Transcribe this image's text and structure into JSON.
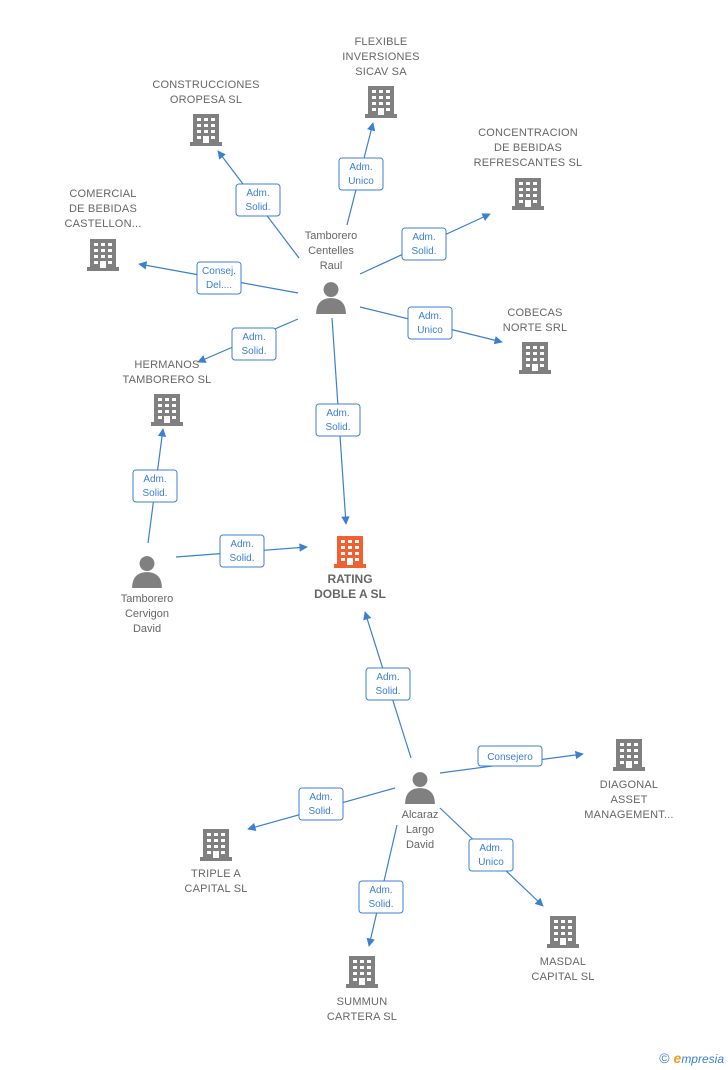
{
  "colors": {
    "edge": "#3b7fd4",
    "node": "#808080",
    "main_node": "#f06030"
  },
  "main_company": {
    "id": "rating",
    "label": [
      "RATING",
      "DOBLE A  SL"
    ],
    "icon": "building-icon"
  },
  "companies": [
    {
      "id": "flexible",
      "label": [
        "FLEXIBLE",
        "INVERSIONES",
        "SICAV SA"
      ]
    },
    {
      "id": "construcciones",
      "label": [
        "CONSTRUCCIONES",
        "OROPESA SL"
      ]
    },
    {
      "id": "concentracion",
      "label": [
        "CONCENTRACION",
        "DE BEBIDAS",
        "REFRESCANTES SL"
      ]
    },
    {
      "id": "comercial",
      "label": [
        "COMERCIAL",
        "DE BEBIDAS",
        "CASTELLON..."
      ]
    },
    {
      "id": "cobecas",
      "label": [
        "COBECAS",
        "NORTE SRL"
      ]
    },
    {
      "id": "hermanos",
      "label": [
        "HERMANOS",
        "TAMBORERO SL"
      ]
    },
    {
      "id": "diagonal",
      "label": [
        "DIAGONAL",
        "ASSET",
        "MANAGEMENT..."
      ]
    },
    {
      "id": "triple",
      "label": [
        "TRIPLE A",
        "CAPITAL SL"
      ]
    },
    {
      "id": "masdal",
      "label": [
        "MASDAL",
        "CAPITAL  SL"
      ]
    },
    {
      "id": "summun",
      "label": [
        "SUMMUN",
        "CARTERA  SL"
      ]
    }
  ],
  "persons": [
    {
      "id": "raul",
      "label": [
        "Tamborero",
        "Centelles",
        "Raul"
      ],
      "icon": "person-icon"
    },
    {
      "id": "david_c",
      "label": [
        "Tamborero",
        "Cervigon",
        "David"
      ],
      "icon": "person-icon"
    },
    {
      "id": "david_a",
      "label": [
        "Alcaraz",
        "Largo",
        "David"
      ],
      "icon": "person-icon"
    }
  ],
  "edges": [
    {
      "from": "raul",
      "to": "flexible",
      "label": [
        "Adm.",
        "Unico"
      ]
    },
    {
      "from": "raul",
      "to": "construcciones",
      "label": [
        "Adm.",
        "Solid."
      ]
    },
    {
      "from": "raul",
      "to": "concentracion",
      "label": [
        "Adm.",
        "Solid."
      ]
    },
    {
      "from": "raul",
      "to": "comercial",
      "label": [
        "Consej.",
        "Del...."
      ]
    },
    {
      "from": "raul",
      "to": "cobecas",
      "label": [
        "Adm.",
        "Unico"
      ]
    },
    {
      "from": "raul",
      "to": "hermanos",
      "label": [
        "Adm.",
        "Solid."
      ]
    },
    {
      "from": "raul",
      "to": "rating",
      "label": [
        "Adm.",
        "Solid."
      ]
    },
    {
      "from": "david_c",
      "to": "hermanos",
      "label": [
        "Adm.",
        "Solid."
      ]
    },
    {
      "from": "david_c",
      "to": "rating",
      "label": [
        "Adm.",
        "Solid."
      ]
    },
    {
      "from": "david_a",
      "to": "rating",
      "label": [
        "Adm.",
        "Solid."
      ]
    },
    {
      "from": "david_a",
      "to": "diagonal",
      "label": [
        "Consejero"
      ]
    },
    {
      "from": "david_a",
      "to": "triple",
      "label": [
        "Adm.",
        "Solid."
      ]
    },
    {
      "from": "david_a",
      "to": "masdal",
      "label": [
        "Adm.",
        "Unico"
      ]
    },
    {
      "from": "david_a",
      "to": "summun",
      "label": [
        "Adm.",
        "Solid."
      ]
    }
  ],
  "footer": {
    "copyright": "©",
    "brand_initial": "e",
    "brand_rest": "mpresia"
  }
}
